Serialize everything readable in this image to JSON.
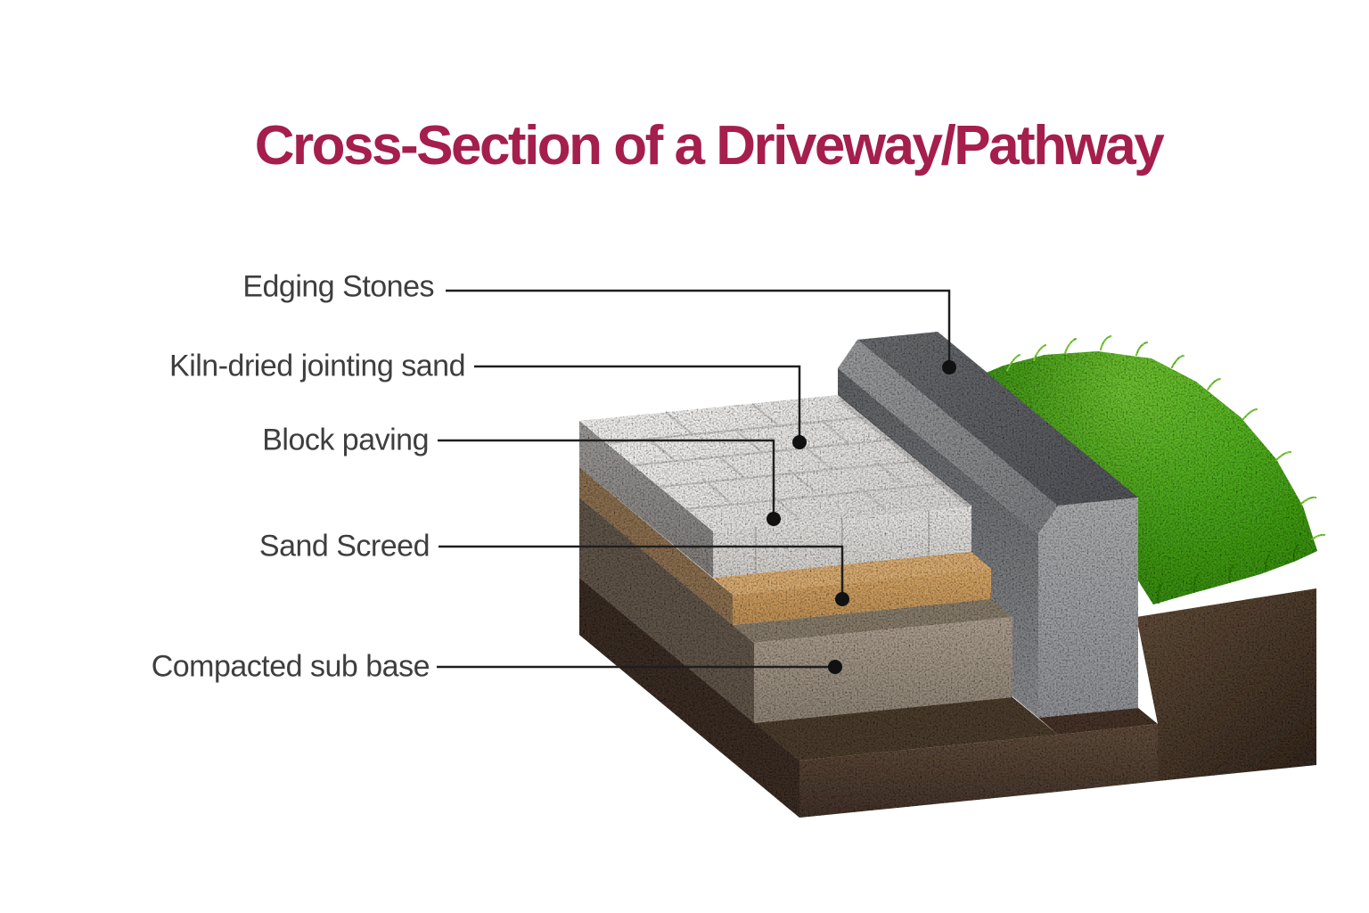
{
  "title": {
    "text": "Cross-Section of a Driveway/Pathway",
    "color": "#A51E4C"
  },
  "labels": [
    {
      "id": "edging-stones",
      "text": "Edging Stones"
    },
    {
      "id": "kiln-dried-jointing-sand",
      "text": "Kiln-dried jointing sand"
    },
    {
      "id": "block-paving",
      "text": "Block paving"
    },
    {
      "id": "sand-screed",
      "text": "Sand Screed"
    },
    {
      "id": "compacted-sub-base",
      "text": "Compacted sub base"
    }
  ],
  "diagram": {
    "description": "Isometric cutaway showing the construction layers of a driveway/pathway",
    "materials": {
      "block_paving": "#E7E5E3",
      "jointing_sand_lines": "#C9C6C3",
      "sand_screed": "#D2A266",
      "compacted_sub_base": "#A29685",
      "soil": "#4E3D31",
      "edging_stone": "#6E7073",
      "grass": "#4FAD1F"
    },
    "label_color": "#3E3E3E",
    "leader_line_color": "#1E1E1E",
    "background": "#FFFFFF"
  }
}
